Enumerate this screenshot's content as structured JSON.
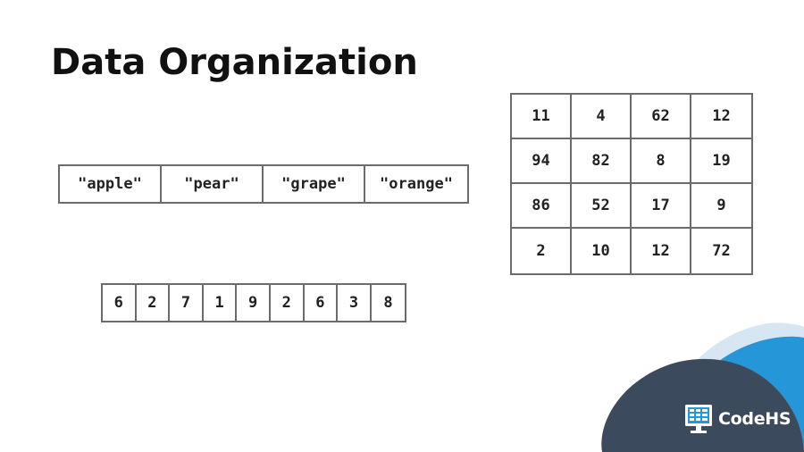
{
  "title": "Data Organization",
  "string_array": [
    "\"apple\"",
    "\"pear\"",
    "\"grape\"",
    "\"orange\""
  ],
  "number_array": [
    "6",
    "2",
    "7",
    "1",
    "9",
    "2",
    "6",
    "3",
    "8"
  ],
  "grid": [
    [
      "11",
      "4",
      "62",
      "12"
    ],
    [
      "94",
      "82",
      "8",
      "19"
    ],
    [
      "86",
      "52",
      "17",
      "9"
    ],
    [
      "2",
      "10",
      "12",
      "72"
    ]
  ],
  "brand": {
    "name": "CodeHS",
    "logo_icon": "computer-monitor-icon"
  },
  "colors": {
    "border": "#6b6b6b",
    "deco_light": "#d6e7f3",
    "deco_blue": "#2596d8",
    "deco_dark": "#3b4a5c"
  }
}
